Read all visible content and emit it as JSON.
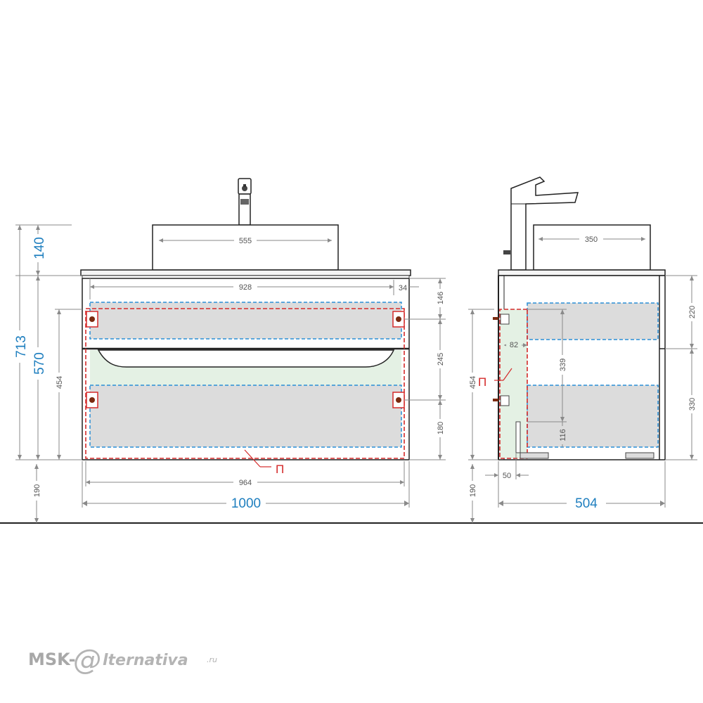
{
  "colors": {
    "outline": "#222222",
    "dimension_line": "#8a8a8a",
    "dimension_text": "#555555",
    "accent_blue": "#1f7fbf",
    "mark_red": "#d42a2a",
    "drawer_fill": "#dcdcdc",
    "zone_fill": "#e4f1e4",
    "logo_grey": "#b0b0b0"
  },
  "front_view": {
    "basin_width": "555",
    "top_inner_width": "928",
    "top_offset": "34",
    "drawer_zone_width": "964",
    "total_width": "1000",
    "height_total": "713",
    "height_cabinet": "570",
    "height_basin": "140",
    "height_mount": "454",
    "floor_gap": "190",
    "right_146": "146",
    "right_245": "245",
    "right_180": "180",
    "mark_label": "П"
  },
  "side_view": {
    "basin_depth": "350",
    "total_depth": "504",
    "inner_82": "82",
    "inner_339": "339",
    "inner_116": "116",
    "bottom_50": "50",
    "height_mount": "454",
    "floor_gap": "190",
    "right_220": "220",
    "right_330": "330",
    "mark_label": "П"
  },
  "logo": {
    "prefix": "MSK-",
    "at_sign": "@",
    "suffix": "lternativa",
    "tld": ".ru"
  }
}
